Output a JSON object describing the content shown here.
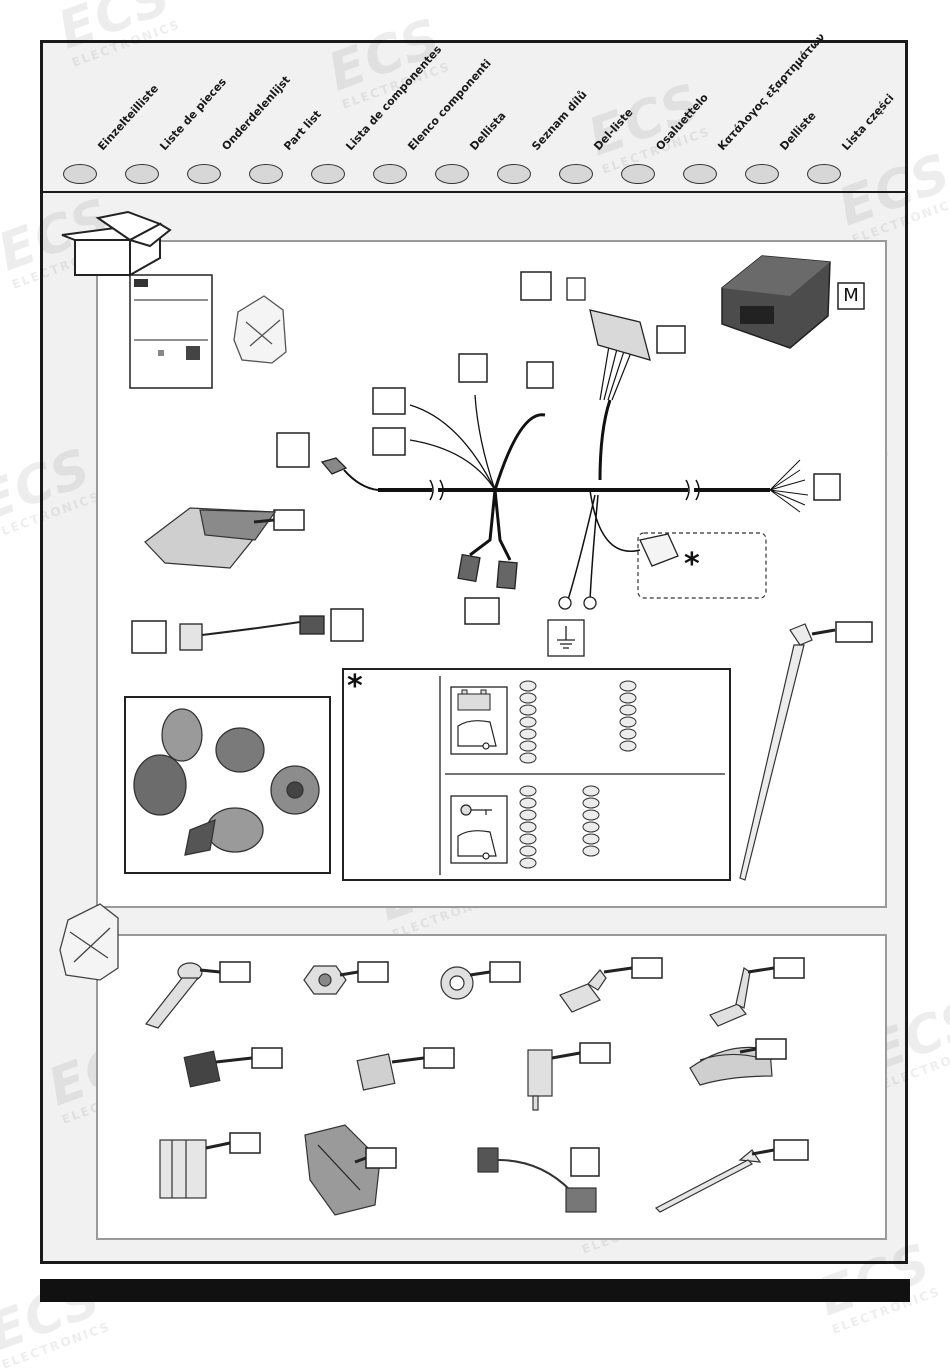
{
  "header": {
    "languages": [
      "Einzelteilliste",
      "Liste de pieces",
      "Onderdelenlijst",
      "Part list",
      "Lista de componentes",
      "Elenco componenti",
      "Dellista",
      "Seznam dílů",
      "Del-liste",
      "Osaluettelo",
      "Κατάλογος εξαρτημάτων",
      "Delliste",
      "Lista części"
    ]
  },
  "labels": {
    "module": "M",
    "asterisk": "*",
    "asterisk_legend": "*"
  },
  "watermark": {
    "logo": "ECS",
    "text": "ELECTRONICS"
  },
  "colors": {
    "frame": "#1a1a1a",
    "panel_border": "#9a9a9a",
    "background": "#f1f1f1",
    "oval_fill": "#d7d7d7"
  }
}
